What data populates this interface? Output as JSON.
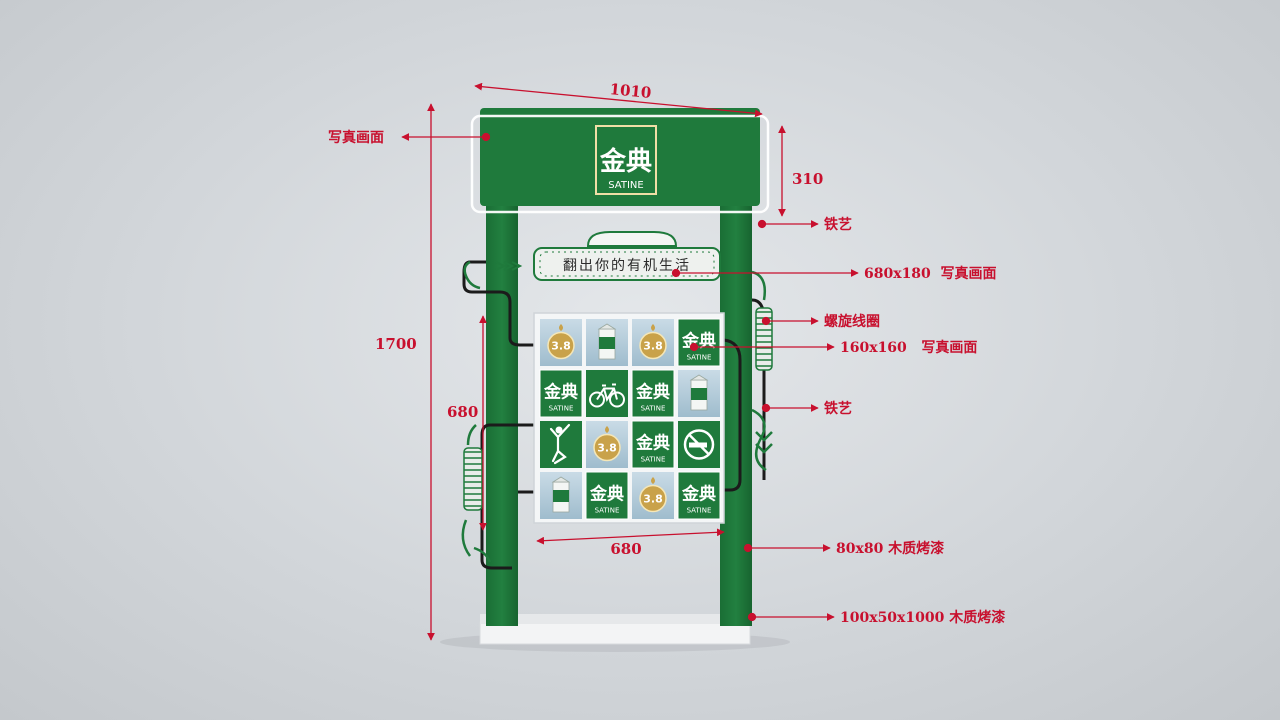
{
  "colors": {
    "green": "#1f7a3c",
    "green_dark": "#155c2c",
    "annotation": "#c8102e",
    "panel": "#eef1f3",
    "base": "#f1f2f3"
  },
  "brand": {
    "name_cn": "金典",
    "name_en": "SATINE",
    "badge_value": "3.8"
  },
  "slogan": "翻出你的有机生活",
  "icons": {
    "bicycle": "bicycle-icon",
    "yoga": "yoga-figure-icon",
    "no_smoking": "no-smoking-icon",
    "milk_carton": "milk-carton-icon",
    "protein_badge": "protein-badge-icon"
  },
  "tile_grid": [
    [
      "badge",
      "carton",
      "badge",
      "logo"
    ],
    [
      "logo",
      "bike",
      "logo",
      "carton"
    ],
    [
      "yoga",
      "badge",
      "logo",
      "nosmoke"
    ],
    [
      "carton",
      "logo",
      "badge",
      "logo"
    ]
  ],
  "dimensions": {
    "top_width": "1010",
    "top_height": "310",
    "total_height": "1700",
    "panel_height": "680",
    "panel_width": "680"
  },
  "annotations": {
    "photo_print_top": "写真画面",
    "iron_art_top": "铁艺",
    "slogan_panel": "680x180  写真画面",
    "spiral_coil": "螺旋线圈",
    "tile_print": "160x160   写真画面",
    "iron_art_right": "铁艺",
    "post": "80x80 木质烤漆",
    "base": "100x50x1000 木质烤漆"
  }
}
